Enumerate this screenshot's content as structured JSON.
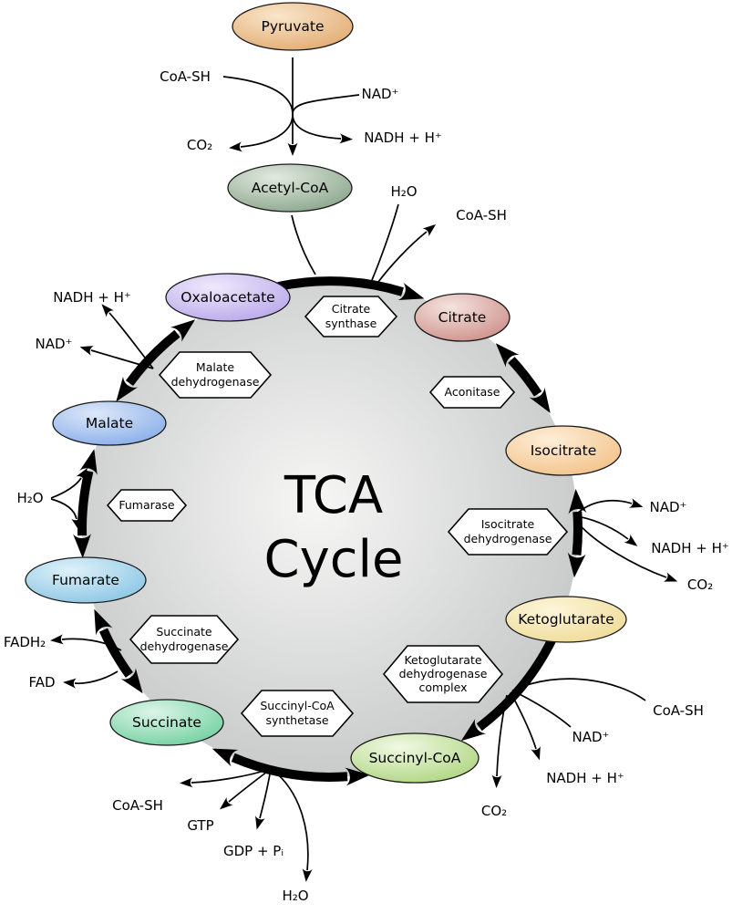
{
  "center_title": {
    "line1": "TCA",
    "line2": "Cycle"
  },
  "palette": {
    "red": "#cc0000",
    "circle": [
      "#f6f6f5",
      "#c3c6c5"
    ],
    "pyruvate": [
      "#f9e6cb",
      "#dfa365"
    ],
    "acetyl_coa": [
      "#e2eadf",
      "#7e9c80"
    ],
    "oxaloacetate": [
      "#efe9fc",
      "#b29fe8"
    ],
    "citrate": [
      "#f5e3df",
      "#c8857d"
    ],
    "isocitrate": [
      "#fdeed8",
      "#f2bc7e"
    ],
    "ketoglutarate": [
      "#fcf5da",
      "#eed88e"
    ],
    "succinyl_coa": [
      "#f0f8e3",
      "#a6d173"
    ],
    "succinate": [
      "#dcf5e9",
      "#63cb95"
    ],
    "fumarate": [
      "#def1f9",
      "#7fc0e1"
    ],
    "malate": [
      "#dde8f9",
      "#7da6e7"
    ]
  },
  "glycolysis": {
    "pyruvate": "Pyruvate",
    "acetyl_coa": "Acetyl-CoA",
    "coa_sh": "CoA-SH",
    "nad": "NAD⁺",
    "co2": "CO₂",
    "nadh": "NADH + H⁺"
  },
  "metabolites": {
    "oxaloacetate": "Oxaloacetate",
    "citrate": "Citrate",
    "isocitrate": "Isocitrate",
    "ketoglutarate": "Ketoglutarate",
    "succinyl_coa": "Succinyl-CoA",
    "succinate": "Succinate",
    "fumarate": "Fumarate",
    "malate": "Malate"
  },
  "enzymes": {
    "citrate_synthase": {
      "line1": "Citrate",
      "line2": "synthase"
    },
    "aconitase": {
      "line1": "Aconitase"
    },
    "isocitrate_dehydrogenase": {
      "line1": "Isocitrate",
      "line2": "dehydrogenase"
    },
    "ketoglutarate_dehydrogenase": {
      "line1": "Ketoglutarate",
      "line2": "dehydrogenase",
      "line3": "complex"
    },
    "succinyl_coa_synthetase": {
      "line1": "Succinyl-CoA",
      "line2": "synthetase"
    },
    "succinate_dehydrogenase": {
      "line1": "Succinate",
      "line2": "dehydrogenase"
    },
    "fumarase": {
      "line1": "Fumarase"
    },
    "malate_dehydrogenase": {
      "line1": "Malate",
      "line2": "dehydrogenase"
    }
  },
  "cofactors": {
    "citrate_synthase": {
      "h2o": "H₂O",
      "coa_sh": "CoA-SH"
    },
    "isocitrate_dh": {
      "nad": "NAD⁺",
      "nadh": "NADH + H⁺",
      "co2": "CO₂"
    },
    "ketoglutarate_dh": {
      "coa_sh": "CoA-SH",
      "nad": "NAD⁺",
      "nadh": "NADH + H⁺",
      "co2": "CO₂"
    },
    "succinyl_coa_synthetase": {
      "coa_sh": "CoA-SH",
      "gtp": "GTP",
      "gdp_pi": "GDP + Pᵢ",
      "h2o": "H₂O"
    },
    "succinate_dh": {
      "fadh2": "FADH₂",
      "fad": "FAD"
    },
    "fumarase": {
      "h2o": "H₂O"
    },
    "malate_dh": {
      "nadh": "NADH + H⁺",
      "nad": "NAD⁺"
    }
  }
}
